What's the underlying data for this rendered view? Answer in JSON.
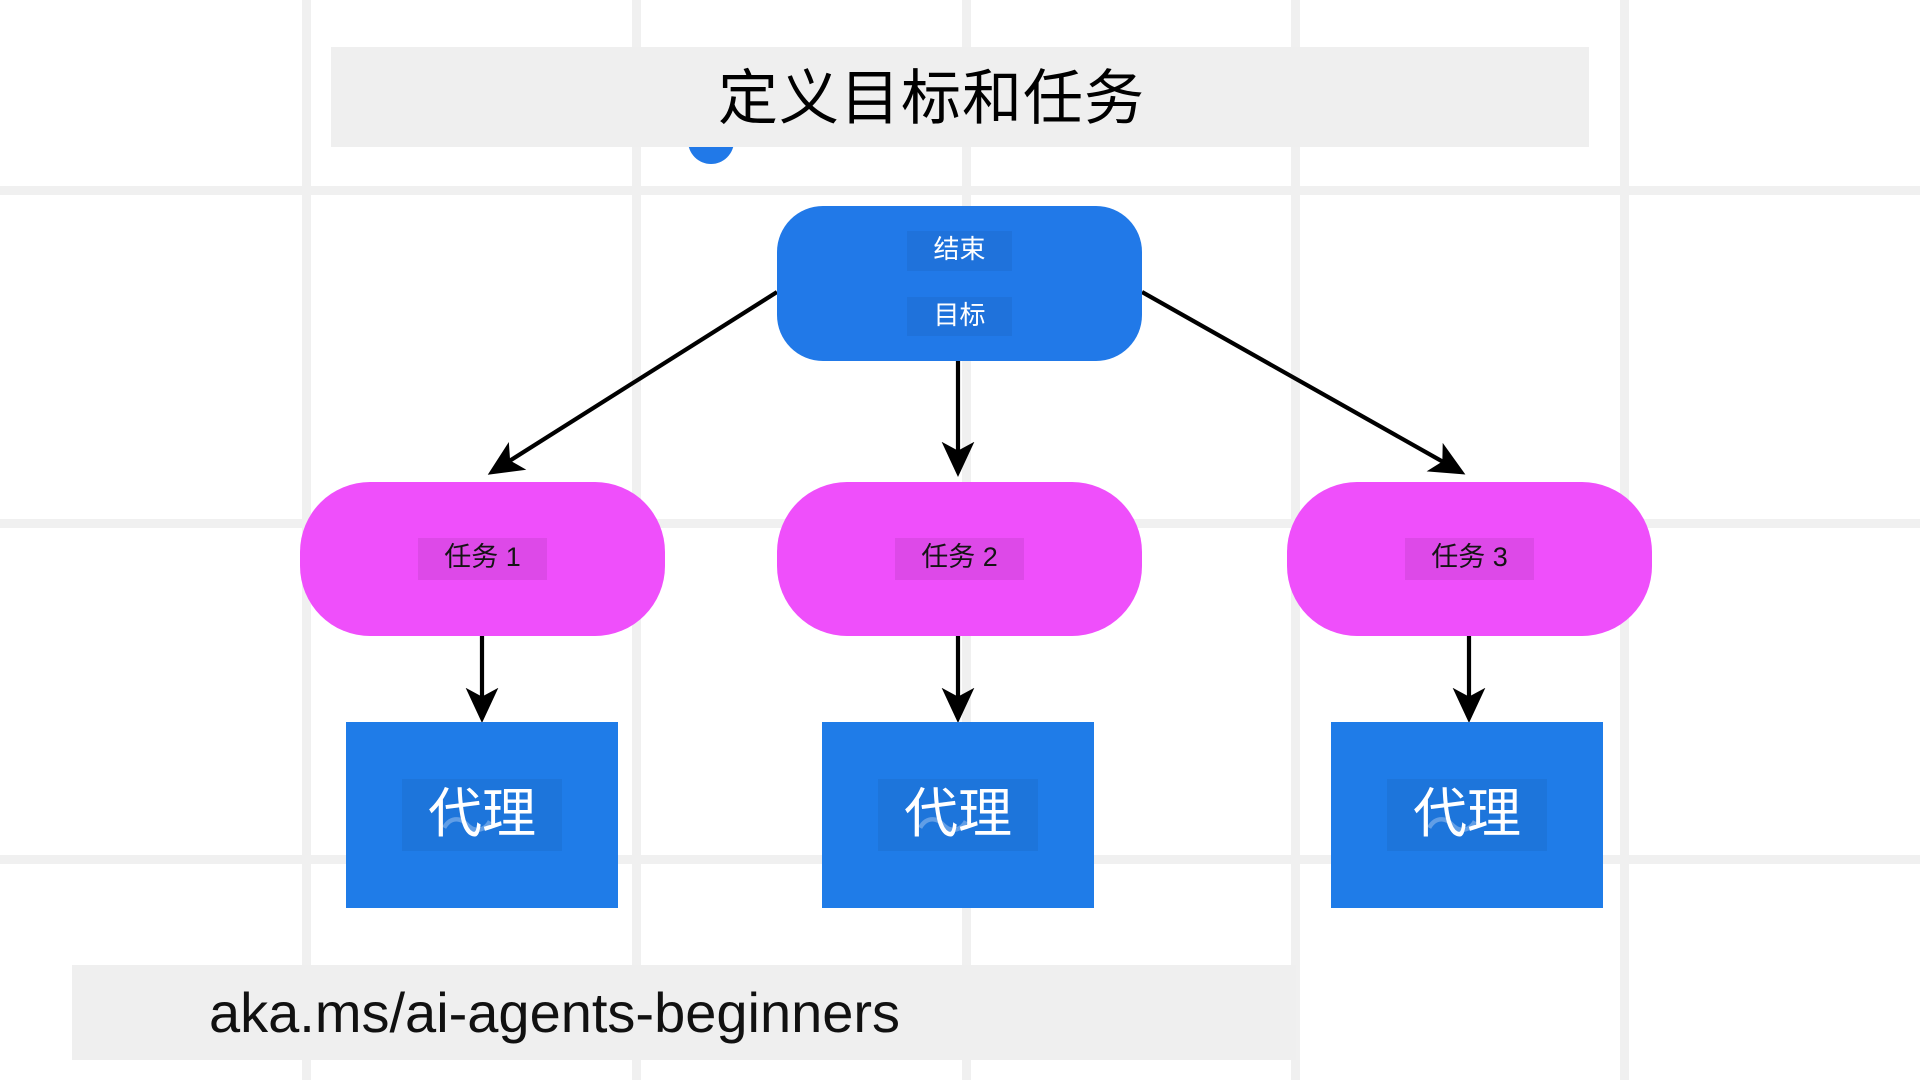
{
  "page": {
    "title": "定义目标和任务",
    "footer_url": "aka.ms/ai-agents-beginners",
    "background": "#ffffff",
    "grid_color": "#f0f0f0",
    "band_color": "#efefef"
  },
  "colors": {
    "blue": "#2179e8",
    "agent_blue": "#1f7ce8",
    "magenta": "#ef4ffb",
    "arrow": "#000000",
    "title_text": "#000000",
    "node_text_light": "#ffffff",
    "node_text_dark": "#141414"
  },
  "diagram": {
    "type": "tree",
    "root": {
      "id": "end-goal",
      "line1": "结束",
      "line2": "目标",
      "shape": "rounded-rectangle",
      "color": "#2179e8"
    },
    "tasks": [
      {
        "id": "task-1",
        "label": "任务 1",
        "shape": "rounded-rectangle",
        "color": "#ef4ffb"
      },
      {
        "id": "task-2",
        "label": "任务 2",
        "shape": "rounded-rectangle",
        "color": "#ef4ffb"
      },
      {
        "id": "task-3",
        "label": "任务 3",
        "shape": "rounded-rectangle",
        "color": "#ef4ffb"
      }
    ],
    "agents": [
      {
        "id": "agent-1",
        "label": "代理",
        "shape": "rectangle",
        "color": "#1f7ce8"
      },
      {
        "id": "agent-2",
        "label": "代理",
        "shape": "rectangle",
        "color": "#1f7ce8"
      },
      {
        "id": "agent-3",
        "label": "代理",
        "shape": "rectangle",
        "color": "#1f7ce8"
      }
    ],
    "edges": [
      {
        "from": "end-goal",
        "to": "task-1",
        "style": "arrow"
      },
      {
        "from": "end-goal",
        "to": "task-2",
        "style": "arrow"
      },
      {
        "from": "end-goal",
        "to": "task-3",
        "style": "arrow"
      },
      {
        "from": "task-1",
        "to": "agent-1",
        "style": "arrow"
      },
      {
        "from": "task-2",
        "to": "agent-2",
        "style": "arrow"
      },
      {
        "from": "task-3",
        "to": "agent-3",
        "style": "arrow"
      }
    ]
  }
}
